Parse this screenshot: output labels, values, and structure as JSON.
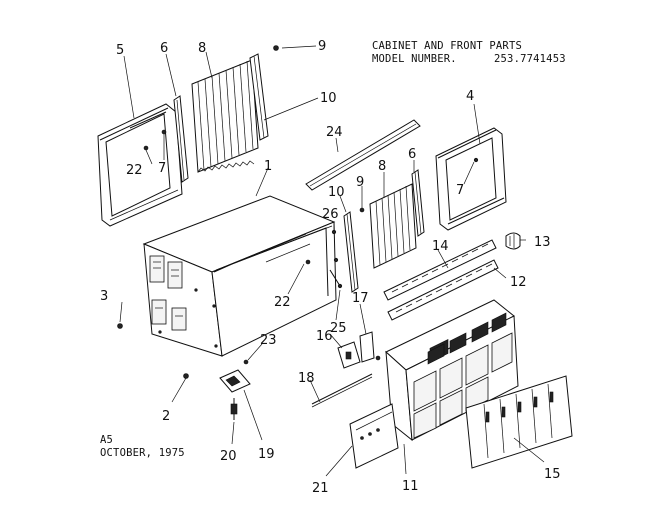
{
  "header": {
    "title": "CABINET AND FRONT PARTS",
    "model_label": "MODEL NUMBER.",
    "model_number": "253.7741453"
  },
  "footer": {
    "code": "A5",
    "date": "OCTOBER, 1975"
  },
  "callouts": {
    "c1": "1",
    "c2": "2",
    "c3": "3",
    "c4": "4",
    "c5": "5",
    "c6a": "6",
    "c6b": "6",
    "c7a": "7",
    "c7b": "7",
    "c8a": "8",
    "c8b": "8",
    "c9a": "9",
    "c9b": "9",
    "c10a": "10",
    "c10b": "10",
    "c11": "11",
    "c12": "12",
    "c13": "13",
    "c14": "14",
    "c15": "15",
    "c16": "16",
    "c17": "17",
    "c18": "18",
    "c19": "19",
    "c20": "20",
    "c21": "21",
    "c22a": "22",
    "c22b": "22",
    "c23": "23",
    "c24": "24",
    "c25": "25",
    "c26": "26"
  }
}
